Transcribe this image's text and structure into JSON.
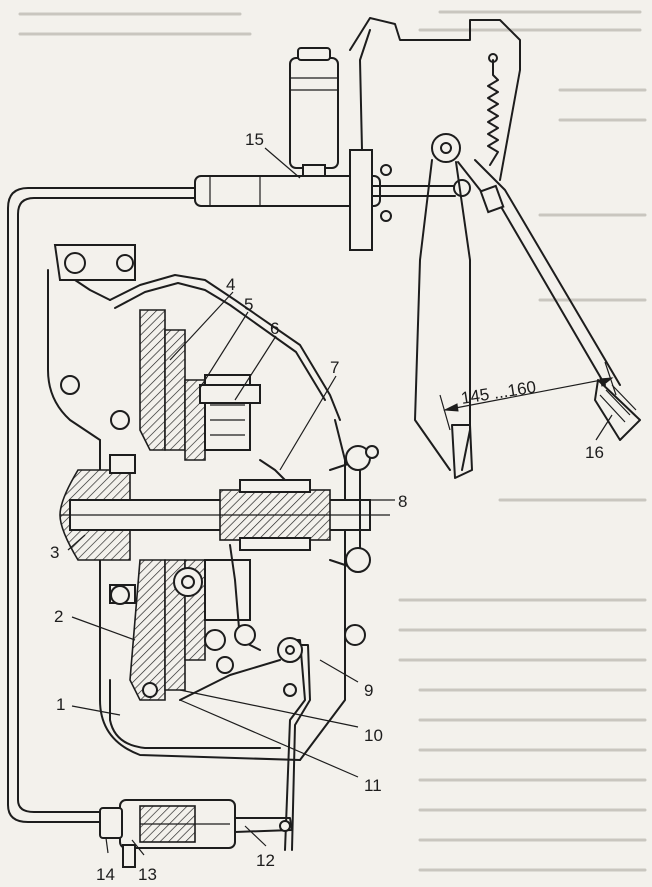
{
  "labels": {
    "l1": "1",
    "l2": "2",
    "l3": "3",
    "l4": "4",
    "l5": "5",
    "l6": "6",
    "l7": "7",
    "l8": "8",
    "l9": "9",
    "l10": "10",
    "l11": "11",
    "l12": "12",
    "l13": "13",
    "l14": "14",
    "l15": "15",
    "l16": "16"
  },
  "dimension": "145 ...160"
}
